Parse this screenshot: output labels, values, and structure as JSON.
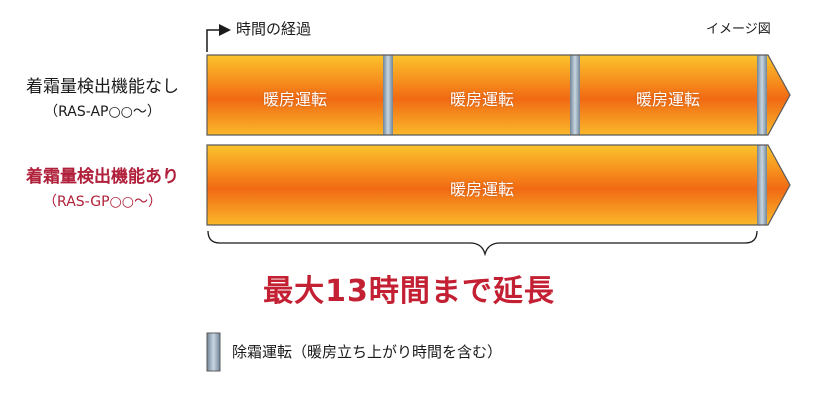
{
  "header": {
    "time_label": "時間の経過",
    "image_note": "イメージ図"
  },
  "rows": [
    {
      "title": "着霜量検出機能なし",
      "subtitle": "（RAS-AP○○～）",
      "segments": [
        "暖房運転",
        "暖房運転",
        "暖房運転"
      ]
    },
    {
      "title": "着霜量検出機能あり",
      "subtitle": "（RAS-GP○○～）",
      "segments": [
        "暖房運転"
      ]
    }
  ],
  "headline": "最大13時間まで延長",
  "legend": {
    "label": "除霜運転（暖房立ち上がり時間を含む）"
  },
  "colors": {
    "bar_orange": "#f07a1a",
    "bar_light": "#fbb12a",
    "defrost": "#93a6b8",
    "red_text": "#c42033",
    "red_label": "#b0203a"
  }
}
